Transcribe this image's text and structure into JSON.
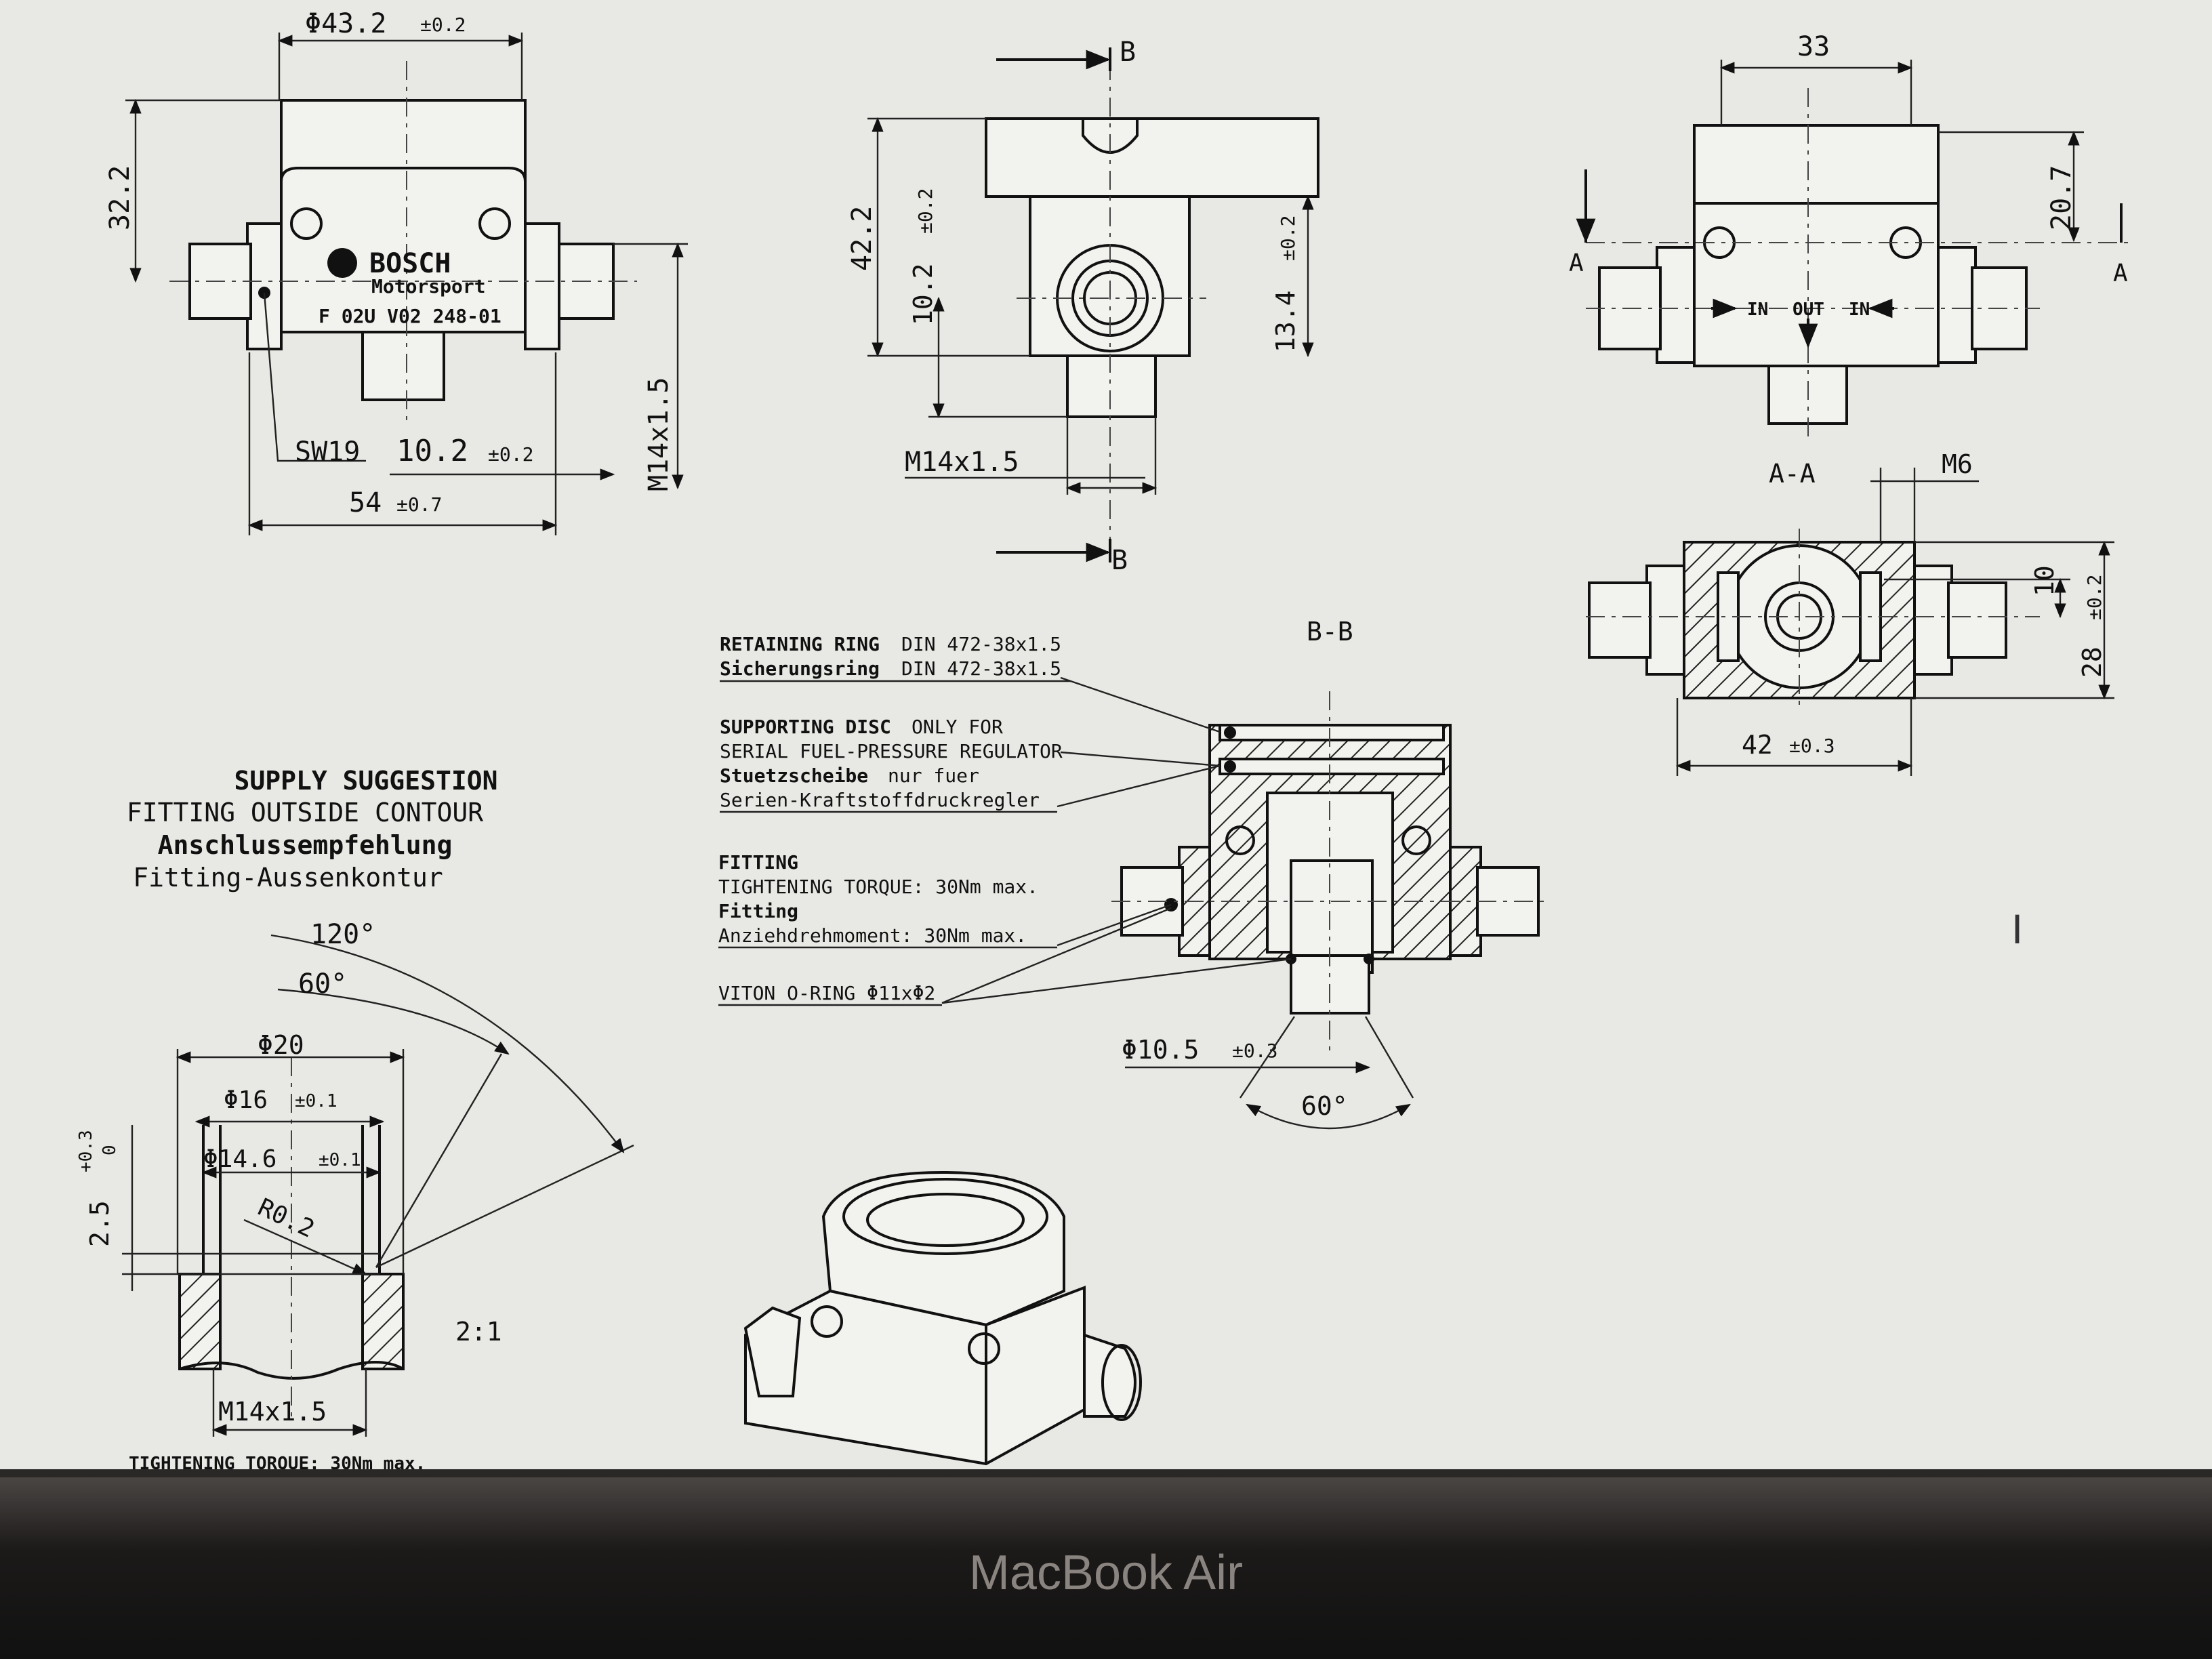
{
  "device": {
    "brand": "MacBook Air"
  },
  "drawing": {
    "front_view": {
      "label_brand": "BOSCH",
      "label_sub": "Motorsport",
      "part_number": "F 02U V02 248-01",
      "dims": {
        "width_top": "Φ43.2",
        "width_top_tol": "±0.2",
        "height": "32.2",
        "wrench": "SW19",
        "offset": "10.2",
        "offset_tol": "±0.2",
        "length": "54",
        "length_tol": "±0.7",
        "thread": "M14x1.5"
      }
    },
    "side_view": {
      "section_marker": "B",
      "dims": {
        "height": "42.2",
        "inner": "10.2",
        "inner_tol": "±0.2",
        "outer": "13.4",
        "outer_tol": "±0.2",
        "thread": "M14x1.5"
      }
    },
    "top_view": {
      "section_marker": "A",
      "flow_in": "IN",
      "flow_out": "OUT",
      "dims": {
        "width": "33",
        "height": "20.7"
      }
    },
    "section_aa": {
      "title": "A-A",
      "dims": {
        "m6": "M6",
        "ten": "10",
        "h": "28",
        "h_tol": "±0.2",
        "w": "42",
        "w_tol": "±0.3"
      }
    },
    "section_bb": {
      "title": "B-B",
      "notes": {
        "ring_en_b": "RETAINING RING",
        "ring_en": "DIN 472-38x1.5",
        "ring_de_b": "Sicherungsring",
        "ring_de": "DIN 472-38x1.5",
        "disc_en_b": "SUPPORTING DISC",
        "disc_en": "ONLY FOR",
        "disc_en2": "SERIAL FUEL-PRESSURE REGULATOR",
        "disc_de_b": "Stuetzscheibe",
        "disc_de": "nur fuer",
        "disc_de2": "Serien-Kraftstoffdruckregler",
        "fit_en_b": "FITTING",
        "fit_en": "TIGHTENING TORQUE: 30Nm max.",
        "fit_de_b": "Fitting",
        "fit_de": "Anziehdrehmoment:  30Nm max.",
        "oring": "VITON O-RING Φ11xΦ2"
      },
      "dims": {
        "dia": "Φ10.5",
        "dia_tol": "±0.3",
        "angle": "60°"
      }
    },
    "supply": {
      "title_en_b": "SUPPLY SUGGESTION",
      "title_en": "FITTING OUTSIDE CONTOUR",
      "title_de_b": "Anschlussempfehlung",
      "title_de": "Fitting-Aussenkontur",
      "dims": {
        "a120": "120°",
        "a60": "60°",
        "d20": "Φ20",
        "d16": "Φ16",
        "d16_tol": "±0.1",
        "d146": "Φ14.6",
        "d146_tol": "±0.1",
        "r": "R0.2",
        "depth": "2.5",
        "depth_tol_up": "+0.3",
        "depth_tol_lo": "0",
        "scale": "2:1",
        "thread": "M14x1.5"
      },
      "torque": "TIGHTENING TORQUE: 30Nm max."
    }
  }
}
